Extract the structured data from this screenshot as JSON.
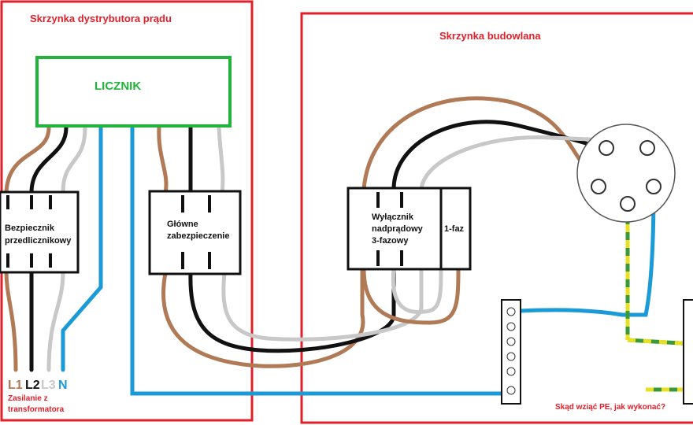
{
  "titles": {
    "left_box": "Skrzynka dystrybutora prądu",
    "right_box": "Skrzynka budowlana"
  },
  "components": {
    "meter": "LICZNIK",
    "pre_meter_fuse": [
      "Bezpiecznik",
      "przedlicznikowy"
    ],
    "main_protection": [
      "Główne",
      "zabezpieczenie"
    ],
    "breaker": [
      "Wyłącznik",
      "nadprądowy",
      "3-fazowy"
    ],
    "single_phase": "1-faz"
  },
  "wire_labels": {
    "l1": "L1",
    "l2": "L2",
    "l3": "L3",
    "n": "N"
  },
  "notes": {
    "supply": [
      "Zasilanie z",
      "transformatora"
    ],
    "question": "Skąd wziąć PE, jak wykonać?"
  },
  "colors": {
    "box_border": "#e0202a",
    "meter_border": "#22b33a",
    "brown": "#b07a56",
    "black": "#111111",
    "grey": "#c8c8c8",
    "blue": "#1a9ad6",
    "green": "#3a9a3a",
    "yellow": "#e8e020"
  }
}
